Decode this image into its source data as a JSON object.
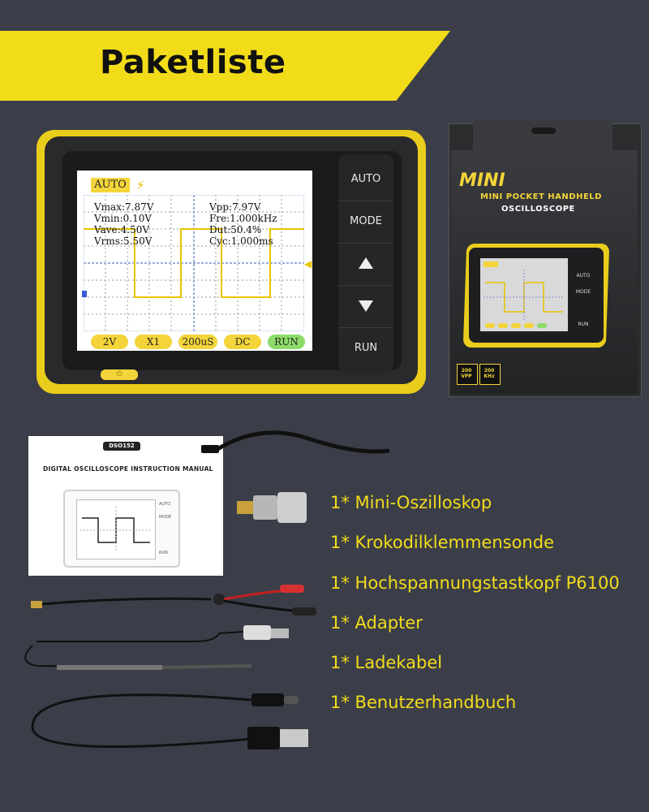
{
  "banner": {
    "title": "Paketliste"
  },
  "device": {
    "mode_label": "AUTO",
    "measurements": {
      "vmax": "Vmax:7.87V",
      "vmin": "Vmin:0.10V",
      "vave": "Vave:4.50V",
      "vrms": "Vrms:5.50V",
      "vpp": "Vpp:7.97V",
      "fre": "Fre:1.000kHz",
      "dut": "Dut:50.4%",
      "cyc": "Cyc:1.000ms"
    },
    "bottom_chips": [
      "2V",
      "X1",
      "200uS",
      "DC",
      "RUN"
    ],
    "buttons": [
      "AUTO",
      "MODE",
      "RUN"
    ],
    "power_label": "⏻"
  },
  "box": {
    "brand": "MINI",
    "subtitle_line1": "MINI POCKET HANDHELD",
    "subtitle_line2": "OSCILLOSCOPE",
    "badge1": "200 VPP",
    "badge2": "200 KHz",
    "mini_buttons": [
      "AUTO",
      "MODE",
      "RUN"
    ]
  },
  "manual": {
    "tag": "DSO152",
    "title": "DIGITAL OSCILLOSCOPE INSTRUCTION MANUAL",
    "buttons": [
      "AUTO",
      "MODE",
      "RUN"
    ]
  },
  "items": [
    "1* Mini-Oszilloskop",
    "1* Krokodilklemmensonde",
    "1* Hochspannungstastkopf P6100",
    "1* Adapter",
    "1* Ladekabel",
    "1* Benutzerhandbuch"
  ],
  "colors": {
    "background": "#3b3e48",
    "accent_yellow": "#f2dc1a",
    "signal_yellow": "#f3d53b",
    "run_green": "#8ddc6a"
  }
}
